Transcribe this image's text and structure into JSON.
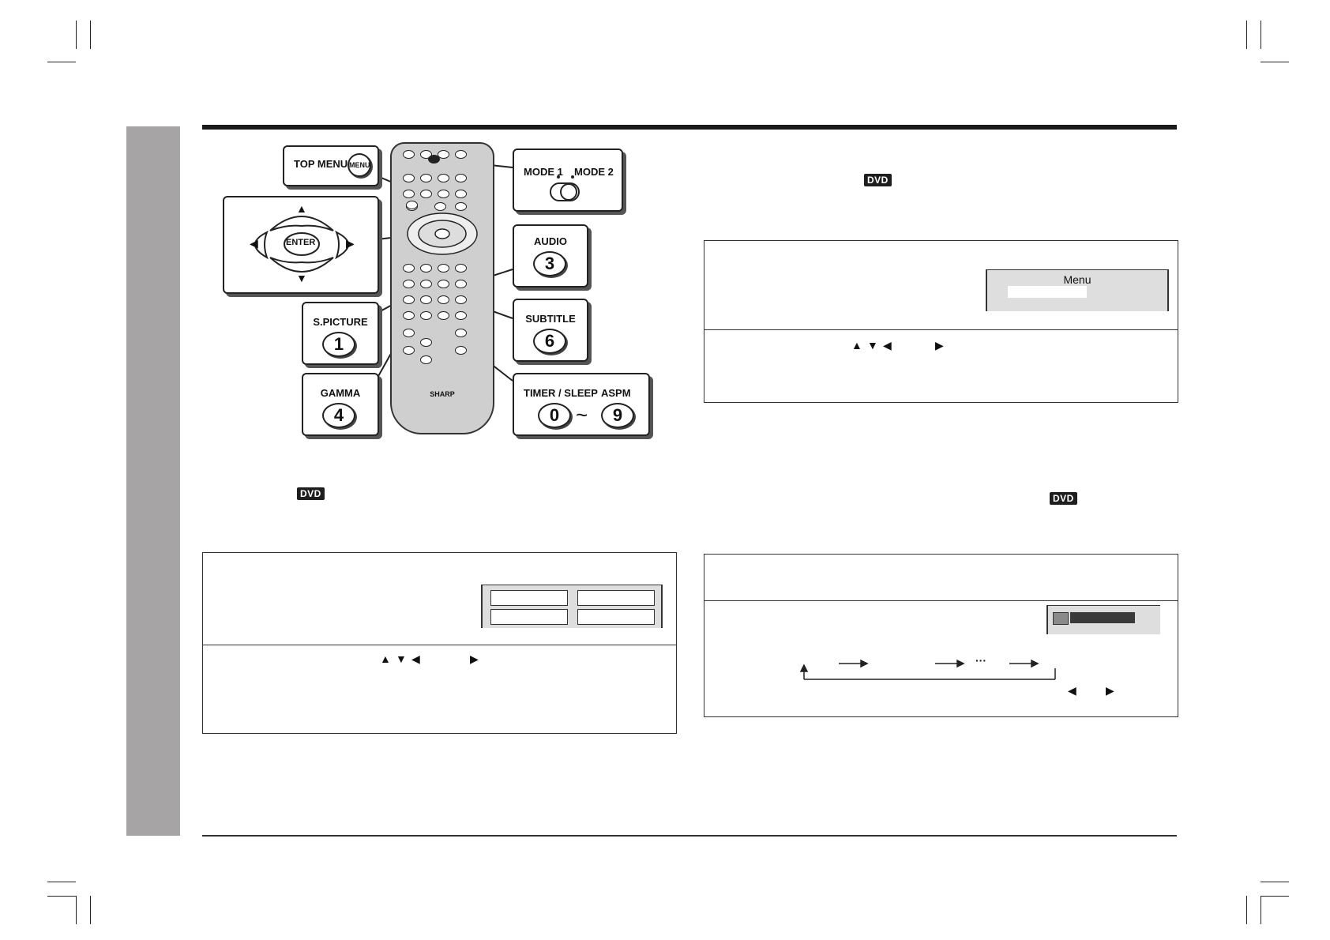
{
  "remote": {
    "brand": "SHARP",
    "callouts": {
      "top_menu": {
        "label": "TOP MENU",
        "button": "MENU"
      },
      "mode": {
        "label1": "MODE 1",
        "label2": "MODE 2"
      },
      "enter": "ENTER",
      "audio": {
        "label": "AUDIO",
        "number": "3"
      },
      "s_picture": {
        "label": "S.PICTURE",
        "number": "1"
      },
      "subtitle": {
        "label": "SUBTITLE",
        "number": "6"
      },
      "gamma": {
        "label": "GAMMA",
        "number": "4"
      },
      "timer_aspm": {
        "label1": "TIMER / SLEEP",
        "label2": "ASPM",
        "num1": "0",
        "tilde": "~",
        "num2": "9"
      }
    }
  },
  "badges": {
    "dvd": "DVD"
  },
  "menu_panel": {
    "screen_title": "Menu"
  },
  "arrows": {
    "up": "▲",
    "down": "▼",
    "left": "◀",
    "right": "▶",
    "ellipsis": "···"
  }
}
